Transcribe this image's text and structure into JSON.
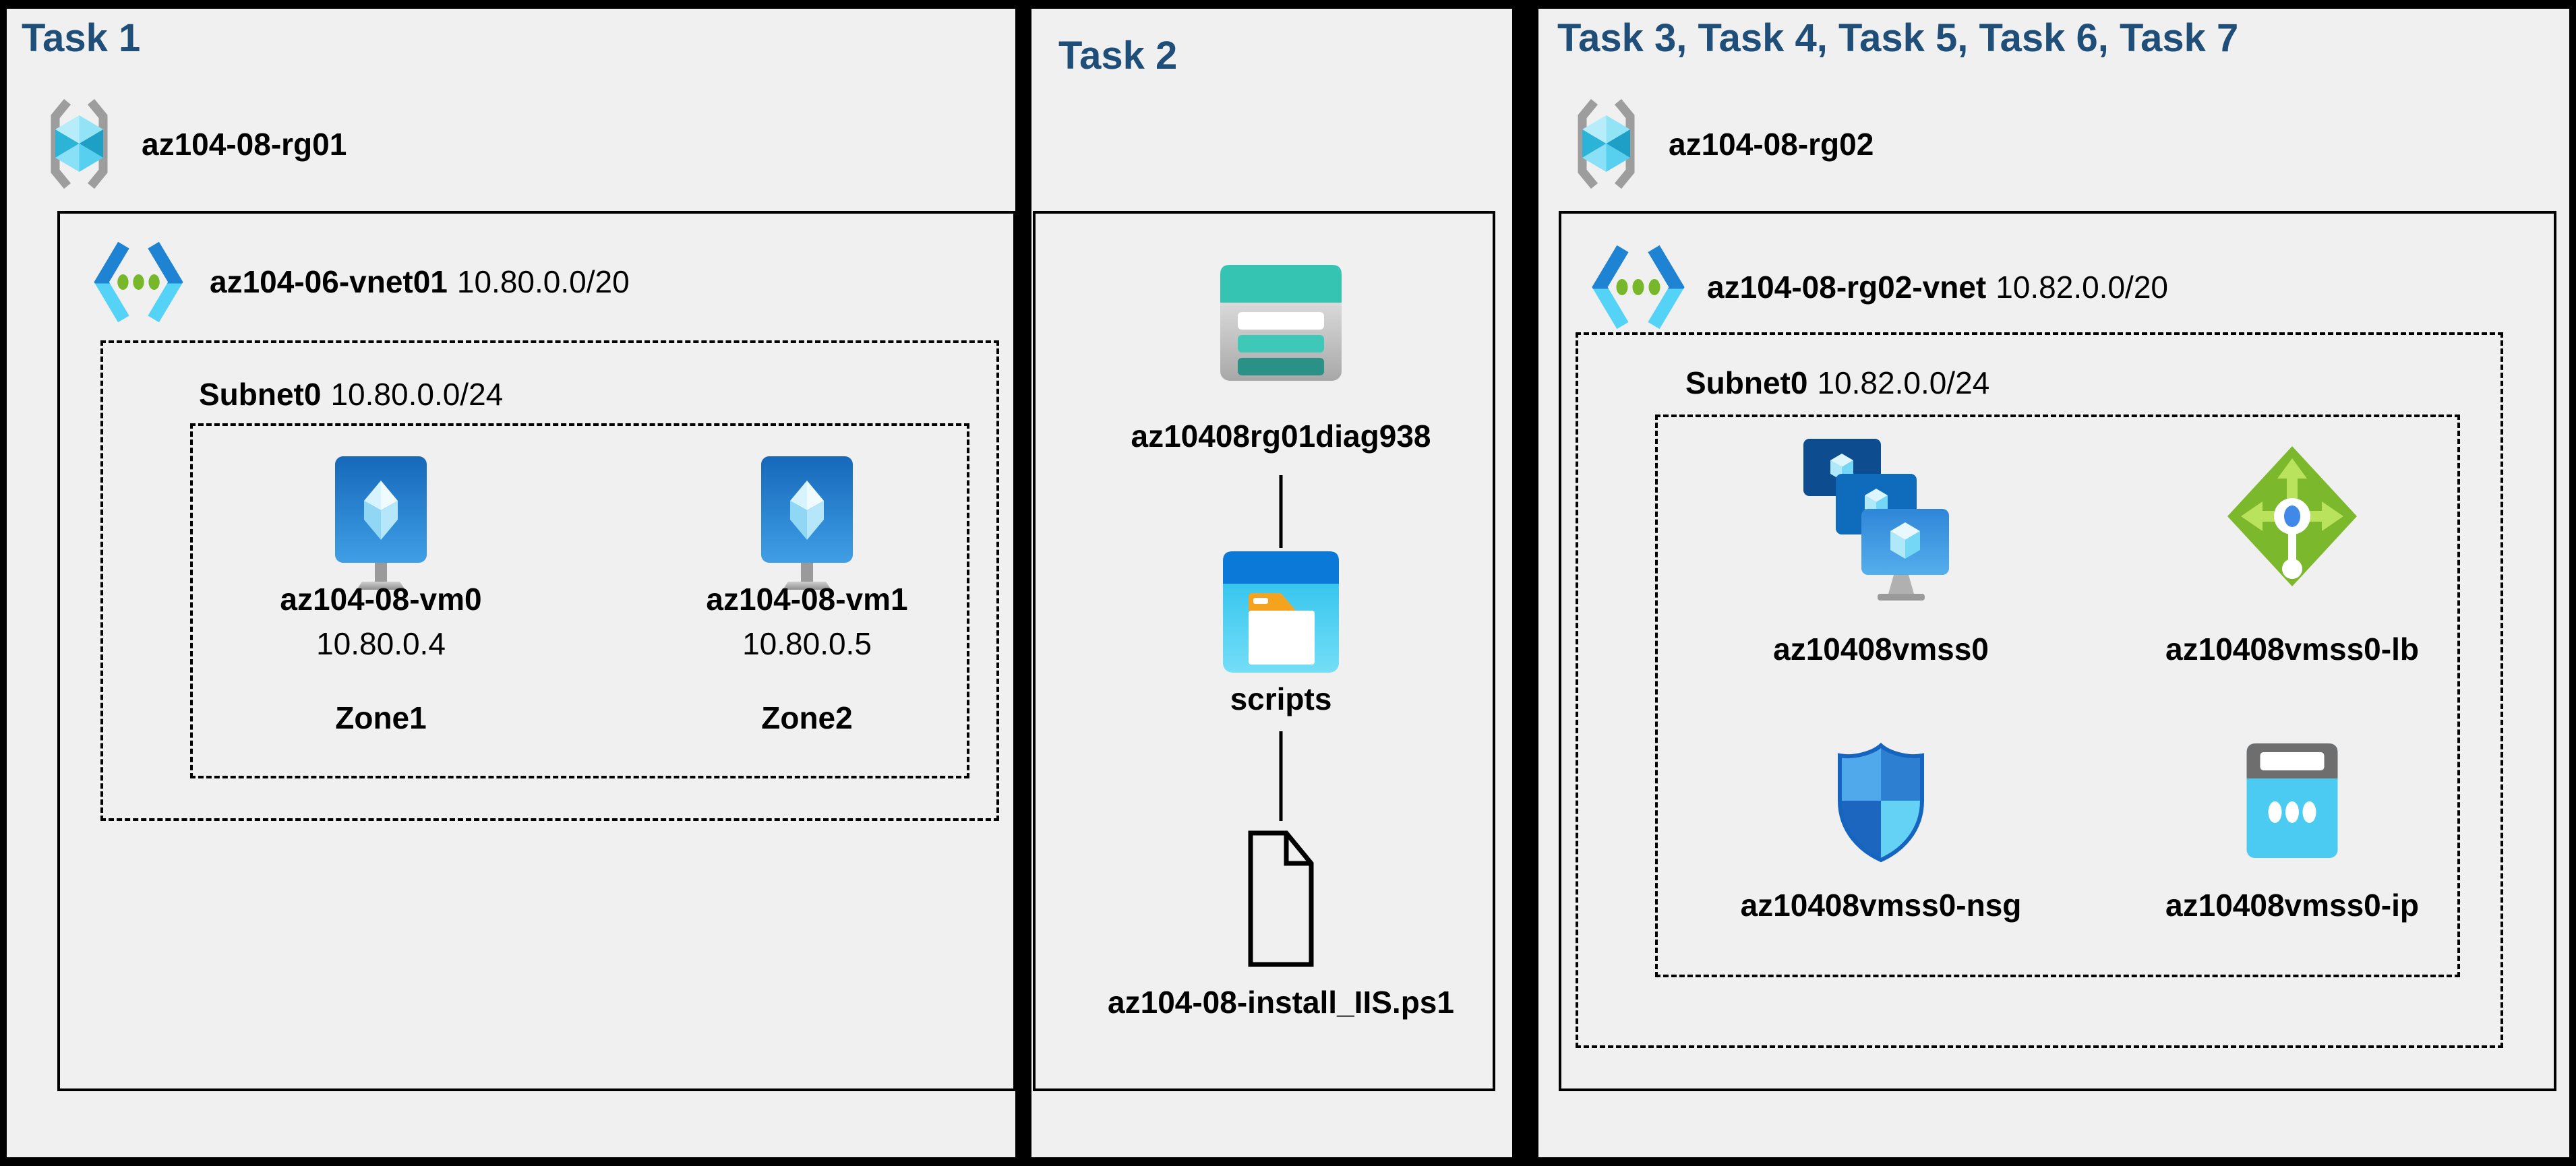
{
  "colors": {
    "canvas": "#000000",
    "panel_background": "#f0f0f0",
    "task_heading": "#1f4e79",
    "label_text": "#000000",
    "rg_bracket_gray": "#9d9d9d",
    "cube_cyan": "#2cb4d8",
    "vnet_blue": "#1e83d3",
    "vnet_light_cyan": "#55d3f6",
    "vnet_dot_green": "#76b82a",
    "vm_monitor_blue": "#1a6fc0",
    "storage_teal": "#35c4b2",
    "storage_dark_teal": "#2a9186",
    "container_band_blue": "#0b79d8",
    "container_body_cyan": "#38c9ee",
    "folder_tab_orange": "#f5a21e",
    "lb_green": "#7cb82c",
    "lb_arrow_green": "#b9e35c",
    "lb_dot_blue": "#4089e8",
    "nsg_outline_blue": "#1565c0",
    "ip_body_cyan": "#4bcbf2",
    "ip_band_gray": "#6e6e6e"
  },
  "panel1": {
    "title": "Task 1",
    "resource_group": "az104-08-rg01",
    "vnet_name": "az104-06-vnet01",
    "vnet_cidr": "10.80.0.0/20",
    "subnet_name": "Subnet0",
    "subnet_cidr": "10.80.0.0/24",
    "vms": [
      {
        "name": "az104-08-vm0",
        "ip": "10.80.0.4",
        "zone": "Zone1"
      },
      {
        "name": "az104-08-vm1",
        "ip": "10.80.0.5",
        "zone": "Zone2"
      }
    ]
  },
  "panel2": {
    "title": "Task 2",
    "storage_account": "az10408rg01diag938",
    "container": "scripts",
    "script_file": "az104-08-install_IIS.ps1"
  },
  "panel3": {
    "title": "Task 3, Task 4, Task 5, Task 6, Task 7",
    "resource_group": "az104-08-rg02",
    "vnet_name": "az104-08-rg02-vnet",
    "vnet_cidr": "10.82.0.0/20",
    "subnet_name": "Subnet0",
    "subnet_cidr": "10.82.0.0/24",
    "vmss": "az10408vmss0",
    "load_balancer": "az10408vmss0-lb",
    "nsg": "az10408vmss0-nsg",
    "public_ip": "az10408vmss0-ip"
  }
}
